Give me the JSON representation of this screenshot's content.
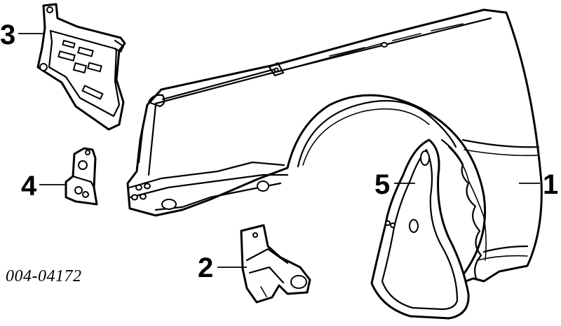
{
  "callouts": {
    "fender": "1",
    "brace": "2",
    "splash_shield": "3",
    "bracket": "4",
    "mud_flap": "5"
  },
  "reference_code": "004-04172",
  "colors": {
    "line": "#000000",
    "background": "#ffffff"
  }
}
